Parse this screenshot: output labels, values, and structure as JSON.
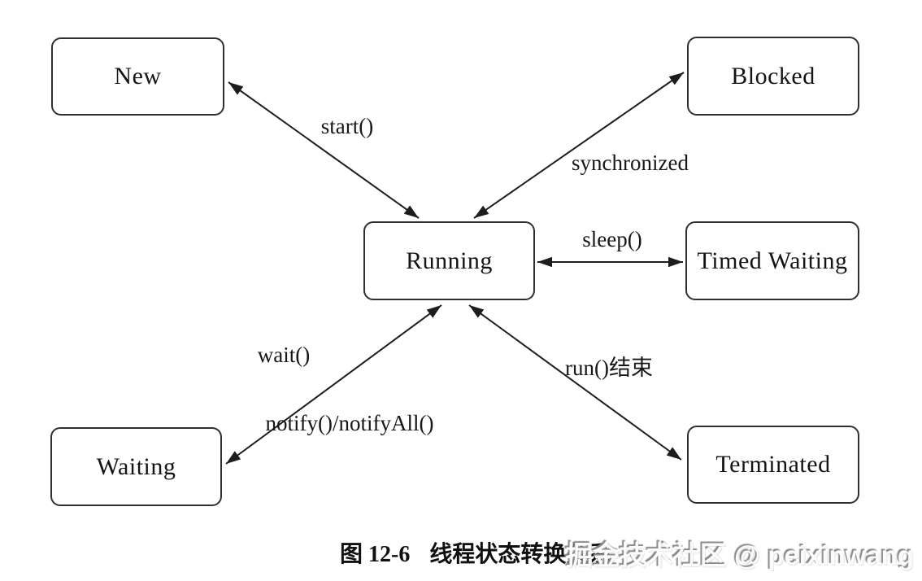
{
  "diagram": {
    "type": "state-transition-diagram",
    "nodes": [
      {
        "id": "new",
        "label": "New"
      },
      {
        "id": "blocked",
        "label": "Blocked"
      },
      {
        "id": "running",
        "label": "Running"
      },
      {
        "id": "timed-waiting",
        "label": "Timed Waiting"
      },
      {
        "id": "waiting",
        "label": "Waiting"
      },
      {
        "id": "terminated",
        "label": "Terminated"
      }
    ],
    "edges": [
      {
        "id": "start",
        "from": "new",
        "to": "running",
        "label": "start()",
        "arrows": "both"
      },
      {
        "id": "synchronized",
        "from": "running",
        "to": "blocked",
        "label": "synchronized",
        "arrows": "both"
      },
      {
        "id": "sleep",
        "from": "running",
        "to": "timed-waiting",
        "label": "sleep()",
        "arrows": "both"
      },
      {
        "id": "wait-notify",
        "from": "running",
        "to": "waiting",
        "label": "wait()",
        "label2": "notify()/notifyAll()",
        "arrows": "both"
      },
      {
        "id": "run-end",
        "from": "running",
        "to": "terminated",
        "label": "run()结束",
        "arrows": "both"
      }
    ]
  },
  "caption": {
    "figure_number": "图 12-6",
    "title": "线程状态转换关系"
  },
  "watermark": {
    "text": "掘金技术社区 @ peixinwang"
  },
  "colors": {
    "background": "#ffffff",
    "line": "#1d1d1d",
    "box_border": "#2f2f2f",
    "text": "#141414",
    "watermark_fill": "#fbfbfb",
    "watermark_shadow": "#8a8a8a"
  }
}
